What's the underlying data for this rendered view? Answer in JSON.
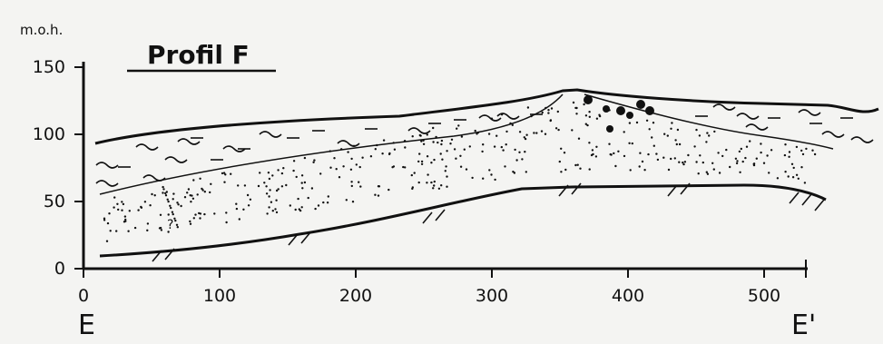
{
  "figure": {
    "title": "Profil F",
    "y_unit": "m.o.h.",
    "start_label": "E",
    "end_label": "E'"
  },
  "chart_data": {
    "type": "diagram",
    "x_ticks": [
      "0",
      "100",
      "200",
      "300",
      "400",
      "500"
    ],
    "y_ticks": [
      "0",
      "50",
      "100",
      "150"
    ],
    "xlim": [
      0,
      530
    ],
    "ylim": [
      0,
      150
    ]
  },
  "colors": {
    "ink": "#111111",
    "paper": "#f4f4f2"
  }
}
